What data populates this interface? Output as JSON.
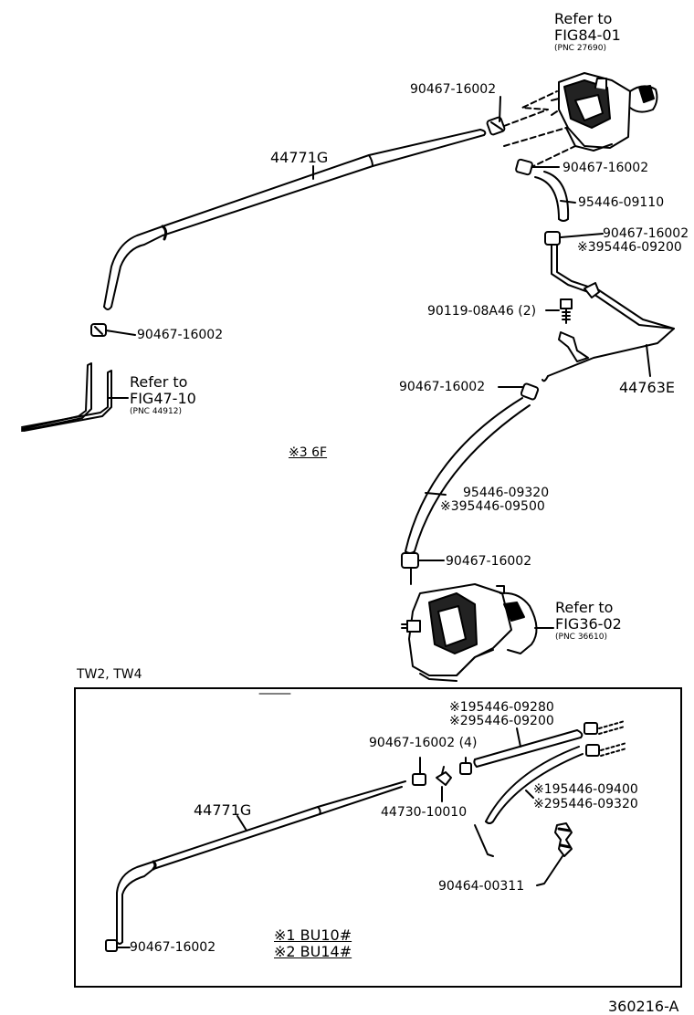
{
  "refs": {
    "fig84": {
      "line1": "Refer to",
      "line2": "FIG84-01",
      "pnc": "(PNC 27690)"
    },
    "fig47": {
      "line1": "Refer to",
      "line2": "FIG47-10",
      "pnc": "(PNC 44912)"
    },
    "fig36": {
      "line1": "Refer to",
      "line2": "FIG36-02",
      "pnc": "(PNC 36610)"
    }
  },
  "parts_top": {
    "clamp_a": "90467-16002",
    "clamp_b": "90467-16002",
    "hose_95446_09110": "95446-09110",
    "clamp_c": "90467-16002",
    "alt_c": "※395446-09200",
    "hose_44771g": "44771G",
    "clamp_left": "90467-16002",
    "bolt": "90119-08A46 (2)",
    "clamp_mid": "90467-16002",
    "pipe_44763e": "44763E",
    "note_6f": "※3  6F",
    "hose_long": "95446-09320",
    "hose_long_alt": "※395446-09500",
    "clamp_bottom": "90467-16002"
  },
  "tw_section": {
    "title": "TW2, TW4",
    "hose_1": "※195446-09280",
    "hose_2": "※295446-09200",
    "clamp_4": "90467-16002 (4)",
    "hose_44771g": "44771G",
    "valve": "44730-10010",
    "hose_3": "※195446-09400",
    "hose_4": "※295446-09320",
    "clip": "90464-00311",
    "clamp_left": "90467-16002",
    "note1": "※1 BU10#",
    "note2": "※2 BU14#"
  },
  "diagram_id": "360216-A"
}
